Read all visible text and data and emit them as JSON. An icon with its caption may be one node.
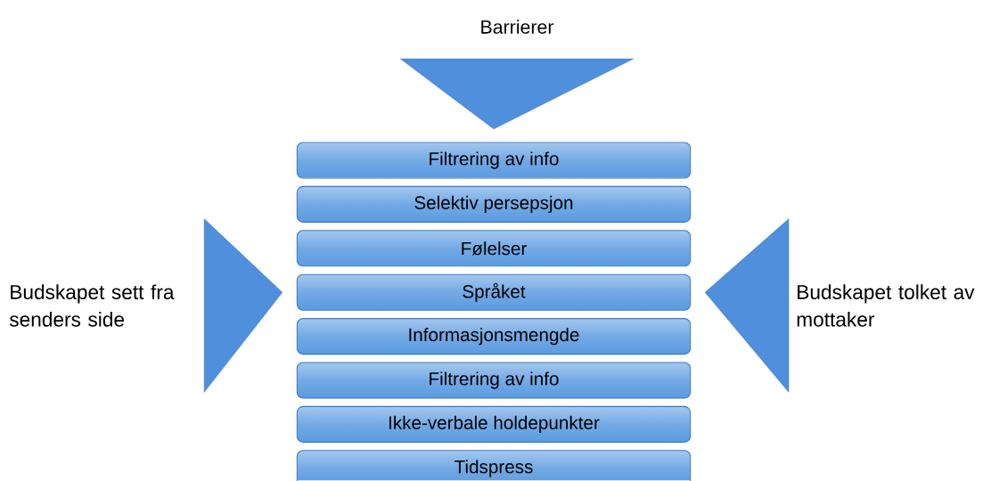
{
  "diagram": {
    "nodes": [
      {
        "text": [
          "Barrierer"
        ]
      },
      {
        "text": [
          "Budskapet sett fra senders side"
        ]
      },
      {
        "text": [
          "Budskapet tolket av mottaker"
        ]
      },
      {
        "text": [
          "Filtrering av info"
        ]
      },
      {
        "text": [
          "Selektiv persepsjon"
        ]
      },
      {
        "text": [
          "Følelser"
        ]
      },
      {
        "text": [
          "Språket"
        ]
      },
      {
        "text": [
          "Informasjonsmengde"
        ]
      },
      {
        "text": [
          "Filtrering av info"
        ]
      },
      {
        "text": [
          "Ikke-verbale holdepunkter"
        ]
      },
      {
        "text": [
          "Tidspress"
        ]
      }
    ],
    "edges": [
      {
        "from": 0,
        "to": 3,
        "arrow": "to"
      },
      {
        "from": 1,
        "to": 6,
        "arrow": "to"
      },
      {
        "from": 2,
        "to": 6,
        "arrow": "to"
      }
    ]
  }
}
